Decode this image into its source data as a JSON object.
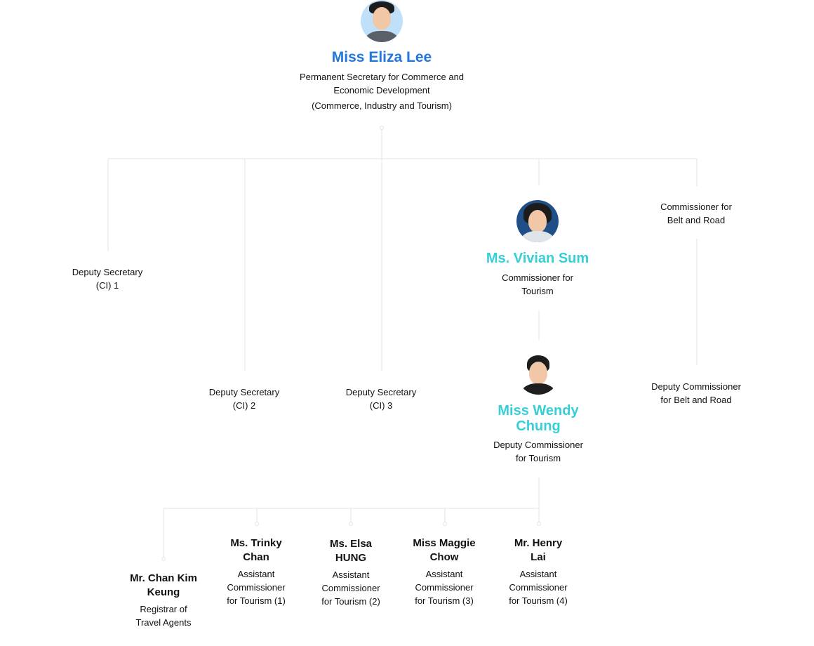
{
  "head": {
    "name": "Miss Eliza Lee",
    "title_line1": "Permanent Secretary for Commerce and",
    "title_line2": "Economic Development",
    "title_line3": "(Commerce, Industry and Tourism)"
  },
  "deputies": [
    {
      "line1": "Deputy Secretary",
      "line2": "(CI) 1"
    },
    {
      "line1": "Deputy Secretary",
      "line2": "(CI) 2"
    },
    {
      "line1": "Deputy Secretary",
      "line2": "(CI) 3"
    }
  ],
  "tourism_commissioner": {
    "name": "Ms. Vivian Sum",
    "title_line1": "Commissioner for",
    "title_line2": "Tourism"
  },
  "deputy_tourism": {
    "name_line1": "Miss Wendy",
    "name_line2": "Chung",
    "title_line1": "Deputy Commissioner",
    "title_line2": "for Tourism"
  },
  "belt_road": {
    "title_line1": "Commissioner for",
    "title_line2": "Belt and Road"
  },
  "deputy_belt_road": {
    "title_line1": "Deputy Commissioner",
    "title_line2": "for Belt and Road"
  },
  "assistants": [
    {
      "name_line1": "Mr. Chan Kim",
      "name_line2": "Keung",
      "title_line1": "Registrar of",
      "title_line2": "Travel Agents",
      "title_line3": ""
    },
    {
      "name_line1": "Ms. Trinky",
      "name_line2": "Chan",
      "title_line1": "Assistant",
      "title_line2": "Commissioner",
      "title_line3": "for Tourism (1)"
    },
    {
      "name_line1": "Ms. Elsa",
      "name_line2": "HUNG",
      "title_line1": "Assistant",
      "title_line2": "Commissioner",
      "title_line3": "for Tourism (2)"
    },
    {
      "name_line1": "Miss Maggie",
      "name_line2": "Chow",
      "title_line1": "Assistant",
      "title_line2": "Commissioner",
      "title_line3": "for Tourism (3)"
    },
    {
      "name_line1": "Mr. Henry",
      "name_line2": "Lai",
      "title_line1": "Assistant",
      "title_line2": "Commissioner",
      "title_line3": "for Tourism (4)"
    }
  ],
  "colors": {
    "lead_name": "#2277dd",
    "accent_name": "#36cfd8",
    "connector": "#e3e3e3"
  }
}
